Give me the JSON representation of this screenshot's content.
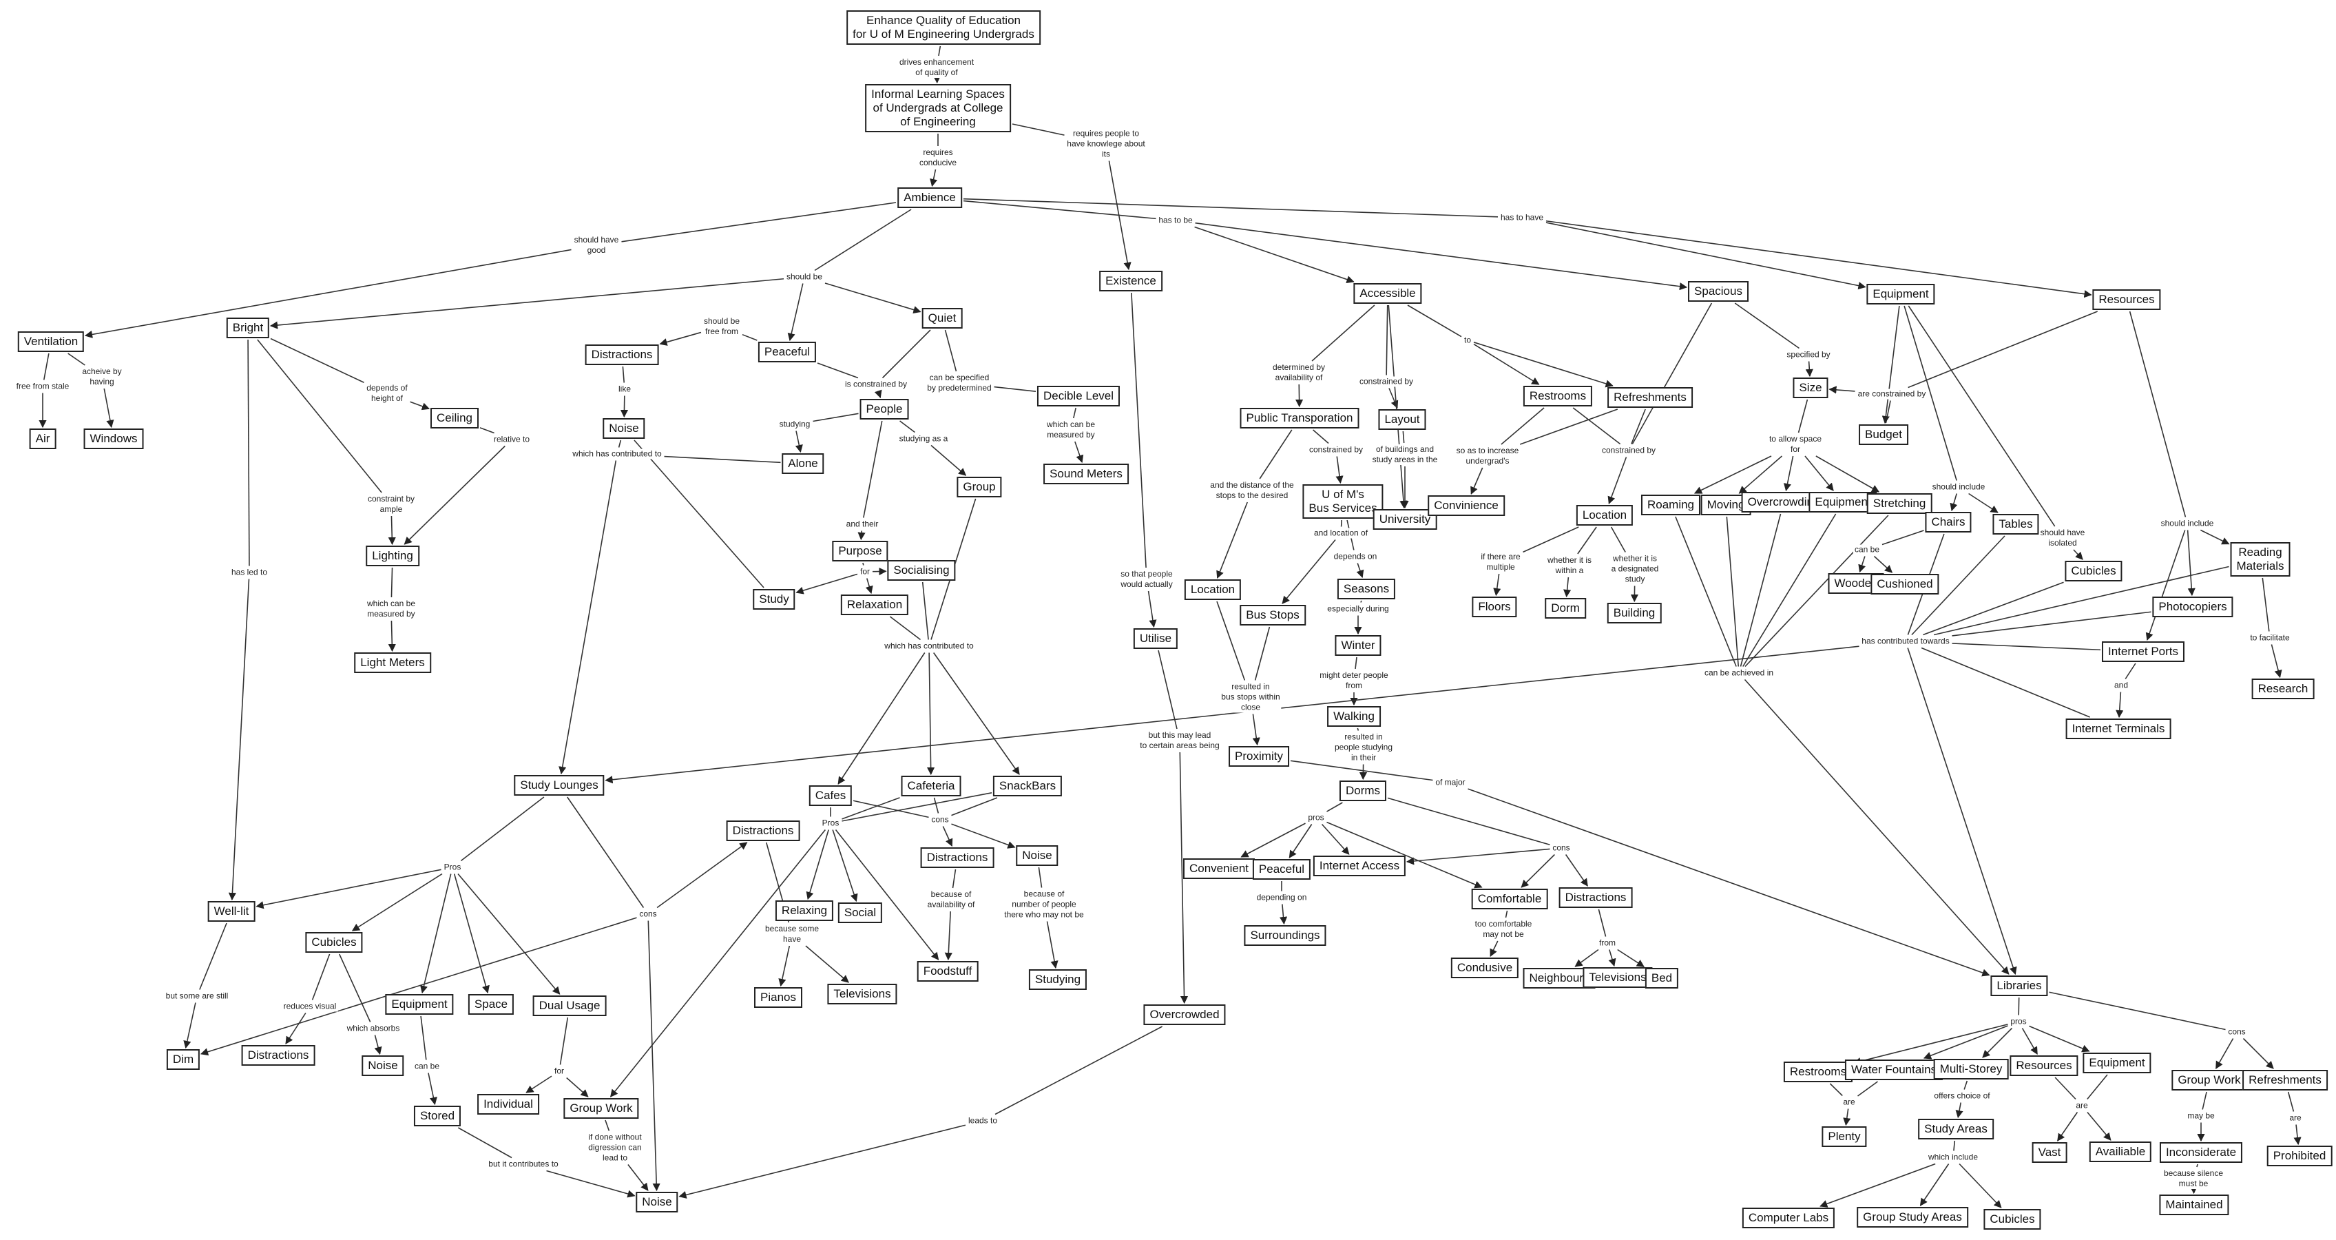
{
  "diagram": {
    "nodes": [
      {
        "id": "enhance",
        "text": "Enhance Quality of Education\nfor U of M Engineering Undergrads"
      },
      {
        "id": "ils",
        "text": "Informal Learning Spaces\nof Undergrads at College\nof Engineering"
      },
      {
        "id": "ambience",
        "text": "Ambience"
      },
      {
        "id": "existence",
        "text": "Existence"
      },
      {
        "id": "ventilation",
        "text": "Ventilation"
      },
      {
        "id": "air",
        "text": "Air"
      },
      {
        "id": "windows",
        "text": "Windows"
      },
      {
        "id": "bright",
        "text": "Bright"
      },
      {
        "id": "ceiling",
        "text": "Ceiling"
      },
      {
        "id": "lighting",
        "text": "Lighting"
      },
      {
        "id": "light_meters",
        "text": "Light Meters"
      },
      {
        "id": "wellit",
        "text": "Well-lit"
      },
      {
        "id": "dim",
        "text": "Dim"
      },
      {
        "id": "distractions1",
        "text": "Distractions"
      },
      {
        "id": "noise1",
        "text": "Noise"
      },
      {
        "id": "peaceful1",
        "text": "Peaceful"
      },
      {
        "id": "quiet",
        "text": "Quiet"
      },
      {
        "id": "people",
        "text": "People"
      },
      {
        "id": "alone",
        "text": "Alone"
      },
      {
        "id": "group1",
        "text": "Group"
      },
      {
        "id": "decible",
        "text": "Decible Level"
      },
      {
        "id": "sound_meters",
        "text": "Sound Meters"
      },
      {
        "id": "purpose",
        "text": "Purpose"
      },
      {
        "id": "socialising",
        "text": "Socialising"
      },
      {
        "id": "study",
        "text": "Study"
      },
      {
        "id": "relaxation",
        "text": "Relaxation"
      },
      {
        "id": "study_lounges",
        "text": "Study Lounges"
      },
      {
        "id": "cubicles1",
        "text": "Cubicles"
      },
      {
        "id": "distractions2",
        "text": "Distractions"
      },
      {
        "id": "noise2",
        "text": "Noise"
      },
      {
        "id": "equipment1",
        "text": "Equipment"
      },
      {
        "id": "stored",
        "text": "Stored"
      },
      {
        "id": "space",
        "text": "Space"
      },
      {
        "id": "dual_usage",
        "text": "Dual Usage"
      },
      {
        "id": "individual",
        "text": "Individual"
      },
      {
        "id": "group_work1",
        "text": "Group Work"
      },
      {
        "id": "noise_bottom",
        "text": "Noise"
      },
      {
        "id": "distractions3",
        "text": "Distractions"
      },
      {
        "id": "cafes",
        "text": "Cafes"
      },
      {
        "id": "cafeteria",
        "text": "Cafeteria"
      },
      {
        "id": "snackbars",
        "text": "SnackBars"
      },
      {
        "id": "relaxing",
        "text": "Relaxing"
      },
      {
        "id": "social",
        "text": "Social"
      },
      {
        "id": "pianos",
        "text": "Pianos"
      },
      {
        "id": "televisions1",
        "text": "Televisions"
      },
      {
        "id": "distractions4",
        "text": "Distractions"
      },
      {
        "id": "noise3",
        "text": "Noise"
      },
      {
        "id": "foodstuff",
        "text": "Foodstuff"
      },
      {
        "id": "studying",
        "text": "Studying"
      },
      {
        "id": "utilise",
        "text": "Utilise"
      },
      {
        "id": "overcrowded",
        "text": "Overcrowded"
      },
      {
        "id": "accessible",
        "text": "Accessible"
      },
      {
        "id": "public_transport",
        "text": "Public Transporation"
      },
      {
        "id": "layout",
        "text": "Layout"
      },
      {
        "id": "umbus",
        "text": "U of M's\nBus Services"
      },
      {
        "id": "university",
        "text": "University"
      },
      {
        "id": "location1",
        "text": "Location"
      },
      {
        "id": "bus_stops",
        "text": "Bus Stops"
      },
      {
        "id": "seasons",
        "text": "Seasons"
      },
      {
        "id": "winter",
        "text": "Winter"
      },
      {
        "id": "walking",
        "text": "Walking"
      },
      {
        "id": "proximity",
        "text": "Proximity"
      },
      {
        "id": "dorms",
        "text": "Dorms"
      },
      {
        "id": "convenient",
        "text": "Convenient"
      },
      {
        "id": "peaceful2",
        "text": "Peaceful"
      },
      {
        "id": "internet_access",
        "text": "Internet Access"
      },
      {
        "id": "comfortable",
        "text": "Comfortable"
      },
      {
        "id": "distractions5",
        "text": "Distractions"
      },
      {
        "id": "surroundings",
        "text": "Surroundings"
      },
      {
        "id": "condusive",
        "text": "Condusive"
      },
      {
        "id": "neighbours",
        "text": "Neighbours"
      },
      {
        "id": "televisions2",
        "text": "Televisions"
      },
      {
        "id": "bed",
        "text": "Bed"
      },
      {
        "id": "restrooms1",
        "text": "Restrooms"
      },
      {
        "id": "refreshments1",
        "text": "Refreshments"
      },
      {
        "id": "convinience",
        "text": "Convinience"
      },
      {
        "id": "location2",
        "text": "Location"
      },
      {
        "id": "floors",
        "text": "Floors"
      },
      {
        "id": "dorm",
        "text": "Dorm"
      },
      {
        "id": "building",
        "text": "Building"
      },
      {
        "id": "spacious",
        "text": "Spacious"
      },
      {
        "id": "size",
        "text": "Size"
      },
      {
        "id": "budget",
        "text": "Budget"
      },
      {
        "id": "roaming",
        "text": "Roaming"
      },
      {
        "id": "moving",
        "text": "Moving"
      },
      {
        "id": "overcrowding",
        "text": "Overcrowding"
      },
      {
        "id": "equipment_sm",
        "text": "Equipment"
      },
      {
        "id": "stretching",
        "text": "Stretching"
      },
      {
        "id": "equipment2",
        "text": "Equipment"
      },
      {
        "id": "chairs",
        "text": "Chairs"
      },
      {
        "id": "tables",
        "text": "Tables"
      },
      {
        "id": "wooden",
        "text": "Wooden"
      },
      {
        "id": "cushioned",
        "text": "Cushioned"
      },
      {
        "id": "cubicles2",
        "text": "Cubicles"
      },
      {
        "id": "resources1",
        "text": "Resources"
      },
      {
        "id": "reading_materials",
        "text": "Reading\nMaterials"
      },
      {
        "id": "photocopiers",
        "text": "Photocopiers"
      },
      {
        "id": "internet_ports",
        "text": "Internet Ports"
      },
      {
        "id": "internet_terminals",
        "text": "Internet Terminals"
      },
      {
        "id": "research",
        "text": "Research"
      },
      {
        "id": "libraries",
        "text": "Libraries"
      },
      {
        "id": "restrooms2",
        "text": "Restrooms"
      },
      {
        "id": "water_fountains",
        "text": "Water Fountains"
      },
      {
        "id": "multistorey",
        "text": "Multi-Storey"
      },
      {
        "id": "resources2",
        "text": "Resources"
      },
      {
        "id": "equipment3",
        "text": "Equipment"
      },
      {
        "id": "plenty",
        "text": "Plenty"
      },
      {
        "id": "study_areas",
        "text": "Study Areas"
      },
      {
        "id": "vast",
        "text": "Vast"
      },
      {
        "id": "availiable",
        "text": "Availiable"
      },
      {
        "id": "computer_labs",
        "text": "Computer Labs"
      },
      {
        "id": "group_study_areas",
        "text": "Group Study Areas"
      },
      {
        "id": "cubicles3",
        "text": "Cubicles"
      },
      {
        "id": "group_work2",
        "text": "Group Work"
      },
      {
        "id": "refreshments2",
        "text": "Refreshments"
      },
      {
        "id": "inconsiderate",
        "text": "Inconsiderate"
      },
      {
        "id": "maintained",
        "text": "Maintained"
      },
      {
        "id": "prohibited",
        "text": "Prohibited"
      }
    ],
    "labels": [
      {
        "id": "l_drives",
        "text": "drives enhancement\nof quality of"
      },
      {
        "id": "l_requires_conduc",
        "text": "requires\nconducive"
      },
      {
        "id": "l_requires_people",
        "text": "requires people to\nhave knowlege about\nits"
      },
      {
        "id": "l_should_have_good",
        "text": "should have\ngood"
      },
      {
        "id": "l_should_be",
        "text": "should be"
      },
      {
        "id": "l_has_to_be",
        "text": "has to be"
      },
      {
        "id": "l_has_to_have",
        "text": "has to have"
      },
      {
        "id": "l_free_stale",
        "text": "free from stale"
      },
      {
        "id": "l_acheive",
        "text": "acheive by\nhaving"
      },
      {
        "id": "l_depends_height",
        "text": "depends of\nheight of"
      },
      {
        "id": "l_relative",
        "text": "relative to"
      },
      {
        "id": "l_constraint_ample",
        "text": "constraint by\nample"
      },
      {
        "id": "l_measured_light",
        "text": "which can be\nmeasured by"
      },
      {
        "id": "l_has_led",
        "text": "has led to"
      },
      {
        "id": "l_but_still",
        "text": "but some are still"
      },
      {
        "id": "l_should_free",
        "text": "should be\nfree from"
      },
      {
        "id": "l_like",
        "text": "like"
      },
      {
        "id": "l_which_contrib_noise",
        "text": "which has contributed to"
      },
      {
        "id": "l_constrained_by",
        "text": "is constrained by"
      },
      {
        "id": "l_specified_predet",
        "text": "can be specified\nby predetermined"
      },
      {
        "id": "l_measured_sound",
        "text": "which can be\nmeasured by"
      },
      {
        "id": "l_studying",
        "text": "studying"
      },
      {
        "id": "l_studying_as_a",
        "text": "studying as a"
      },
      {
        "id": "l_and_their",
        "text": "and their"
      },
      {
        "id": "l_for",
        "text": "for"
      },
      {
        "id": "l_which_contrib_social",
        "text": "which has contributed to"
      },
      {
        "id": "l_pros_lounge",
        "text": "Pros"
      },
      {
        "id": "l_cons_lounge",
        "text": "cons"
      },
      {
        "id": "l_reduces_visual",
        "text": "reduces visual"
      },
      {
        "id": "l_which_absorbs",
        "text": "which absorbs"
      },
      {
        "id": "l_can_be_stored",
        "text": "can be"
      },
      {
        "id": "l_for_dual",
        "text": "for"
      },
      {
        "id": "l_but_contributes",
        "text": "but it contributes to"
      },
      {
        "id": "l_if_done",
        "text": "if done without\ndigression can\nlead to"
      },
      {
        "id": "l_pros_cafe",
        "text": "Pros"
      },
      {
        "id": "l_cons_cafe",
        "text": "cons"
      },
      {
        "id": "l_because_some",
        "text": "because some\nhave"
      },
      {
        "id": "l_because_avail",
        "text": "because of\navailability of"
      },
      {
        "id": "l_because_number",
        "text": "because of\nnumber of people\nthere who may not be"
      },
      {
        "id": "l_so_that",
        "text": "so that people\nwould actually"
      },
      {
        "id": "l_but_may_lead",
        "text": "but this may lead\nto certain areas being"
      },
      {
        "id": "l_leads_to",
        "text": "leads to"
      },
      {
        "id": "l_determined_by",
        "text": "determined by\navailability of"
      },
      {
        "id": "l_constrained_by_layout",
        "text": "constrained by"
      },
      {
        "id": "l_to",
        "text": "to"
      },
      {
        "id": "l_constrained_by_bus",
        "text": "constrained by"
      },
      {
        "id": "l_of_buildings",
        "text": "of buildings and\nstudy areas in the"
      },
      {
        "id": "l_and_distance",
        "text": "and the distance of the\nstops to the desired"
      },
      {
        "id": "l_and_location",
        "text": "and location of"
      },
      {
        "id": "l_depends_on",
        "text": "depends on"
      },
      {
        "id": "l_especially",
        "text": "especially during"
      },
      {
        "id": "l_might_deter",
        "text": "might deter people\nfrom"
      },
      {
        "id": "l_resulted_bus",
        "text": "resulted in\nbus stops within\nclose"
      },
      {
        "id": "l_resulted_people",
        "text": "resulted in\npeople studying\nin their"
      },
      {
        "id": "l_of_major",
        "text": "of major"
      },
      {
        "id": "l_pros_dorm",
        "text": "pros"
      },
      {
        "id": "l_cons_dorm",
        "text": "cons"
      },
      {
        "id": "l_depending_on",
        "text": "depending on"
      },
      {
        "id": "l_too_comfortable",
        "text": "too comfortable\nmay not be"
      },
      {
        "id": "l_from",
        "text": "from"
      },
      {
        "id": "l_so_as_increase",
        "text": "so as to increase\nundergrad's"
      },
      {
        "id": "l_constrained_by_ref",
        "text": "constrained by"
      },
      {
        "id": "l_if_multiple",
        "text": "if there are\nmultiple"
      },
      {
        "id": "l_whether_within",
        "text": "whether it is\nwithin a"
      },
      {
        "id": "l_whether_designated",
        "text": "whether it is\na designated\nstudy"
      },
      {
        "id": "l_specified_by",
        "text": "specified by"
      },
      {
        "id": "l_are_constrained",
        "text": "are constrained by"
      },
      {
        "id": "l_to_allow",
        "text": "to allow space\nfor"
      },
      {
        "id": "l_should_include1",
        "text": "should include"
      },
      {
        "id": "l_can_be_chairs",
        "text": "can be"
      },
      {
        "id": "l_should_have_isolated",
        "text": "should have\nisolated"
      },
      {
        "id": "l_should_include2",
        "text": "should include"
      },
      {
        "id": "l_has_contributed_towards",
        "text": "has contributed towards"
      },
      {
        "id": "l_to_facilitate",
        "text": "to facilitate"
      },
      {
        "id": "l_and",
        "text": "and"
      },
      {
        "id": "l_can_be_achieved",
        "text": "can be achieved in"
      },
      {
        "id": "l_pros_lib",
        "text": "pros"
      },
      {
        "id": "l_cons_lib",
        "text": "cons"
      },
      {
        "id": "l_are_plenty",
        "text": "are"
      },
      {
        "id": "l_offers_choice",
        "text": "offers choice of"
      },
      {
        "id": "l_which_include",
        "text": "which include"
      },
      {
        "id": "l_are_vast",
        "text": "are"
      },
      {
        "id": "l_may_be",
        "text": "may be"
      },
      {
        "id": "l_because_silence",
        "text": "because silence\nmust be"
      },
      {
        "id": "l_are_prohibited",
        "text": "are"
      }
    ]
  }
}
